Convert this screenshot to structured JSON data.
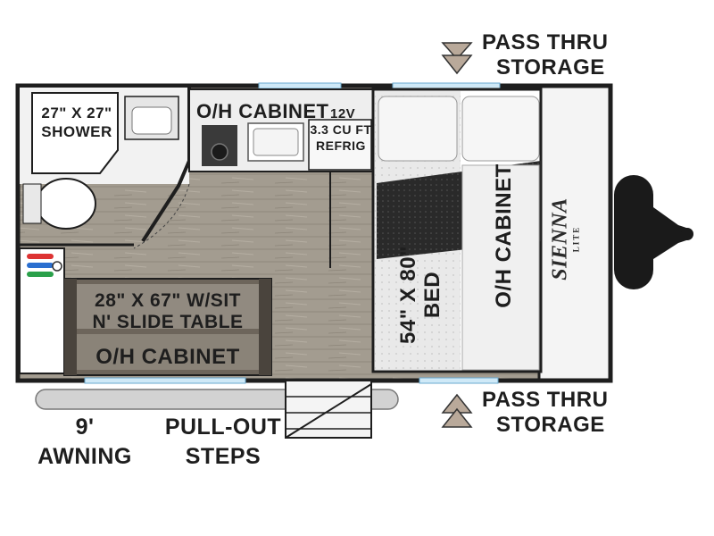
{
  "labels": {
    "pass_thru_top_line1": "PASS THRU",
    "pass_thru_top_line2": "STORAGE",
    "pass_thru_bottom_line1": "PASS THRU",
    "pass_thru_bottom_line2": "STORAGE",
    "shower_line1": "27\" X 27\"",
    "shower_line2": "SHOWER",
    "oh_cabinet_top": "O/H CABINET",
    "refrig_voltage": "12V",
    "refrig_size": "3.3 CU FT",
    "refrig_name": "REFRIG",
    "bed_line1": "54\" X 80\"",
    "bed_line2": "BED",
    "oh_cabinet_front": "O/H CABINET",
    "dinette_line1": "28\" X 67\" W/SIT",
    "dinette_line2": "N' SLIDE TABLE",
    "oh_cabinet_dinette": "O/H CABINET",
    "awning_line1": "9'",
    "awning_line2": "AWNING",
    "steps_line1": "PULL-OUT",
    "steps_line2": "STEPS",
    "brand_logo": "SIENNA",
    "brand_sub": "LITE"
  },
  "colors": {
    "outline": "#1e1e1e",
    "floor": "#9b9488",
    "window": "#cfe9f7",
    "dinette": "#6d655b",
    "dinette_dark": "#3f3a34"
  }
}
